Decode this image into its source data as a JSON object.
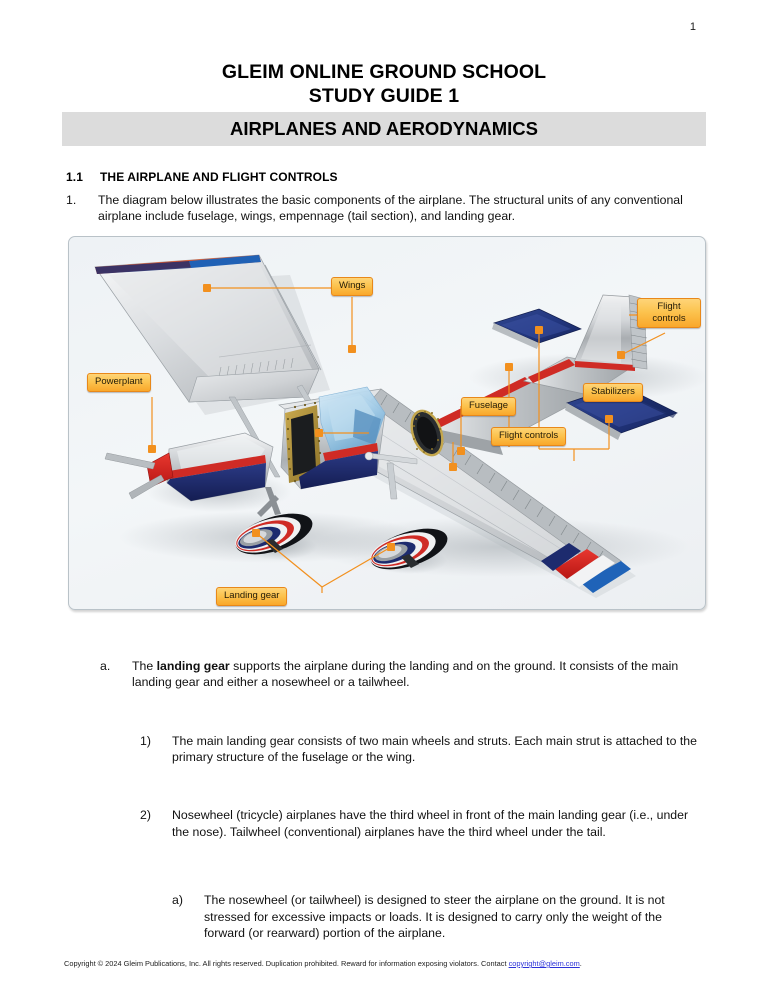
{
  "page": {
    "number": "1"
  },
  "header": {
    "line1": "GLEIM ONLINE GROUND SCHOOL",
    "line2": "STUDY GUIDE 1",
    "band": "AIRPLANES AND AERODYNAMICS"
  },
  "section": {
    "number": "1.1",
    "title": "THE AIRPLANE AND FLIGHT CONTROLS"
  },
  "content": {
    "item1": {
      "marker": "1.",
      "text": "The diagram below illustrates the basic components of the airplane. The structural units of any conventional airplane include fuselage, wings, empennage (tail section), and landing gear."
    },
    "item_a": {
      "marker": "a.",
      "text_before": "The ",
      "bold": "landing gear",
      "text_after": " supports the airplane during the landing and on the ground. It consists of the main landing gear and either a nosewheel or a tailwheel."
    },
    "item_1": {
      "marker": "1)",
      "text": "The main landing gear consists of two main wheels and struts. Each main strut is attached to the primary structure of the fuselage or the wing."
    },
    "item_2": {
      "marker": "2)",
      "text": "Nosewheel (tricycle) airplanes have the third wheel in front of the main landing gear (i.e., under the nose). Tailwheel (conventional) airplanes have the third wheel under the tail."
    },
    "item_a2": {
      "marker": "a)",
      "text": "The nosewheel (or tailwheel) is designed to steer the airplane on the ground. It is not stressed for excessive impacts or loads. It is designed to carry only the weight of the forward (or rearward) portion of the airplane."
    }
  },
  "figure": {
    "alt": "Exploded technical illustration of a light single-engine airplane",
    "callouts": [
      {
        "id": "wings",
        "label": "Wings"
      },
      {
        "id": "powerplant",
        "label": "Powerplant"
      },
      {
        "id": "flight-controls-tail",
        "label": "Flight\ncontrols"
      },
      {
        "id": "stabilizers",
        "label": "Stabilizers"
      },
      {
        "id": "fuselage",
        "label": "Fuselage"
      },
      {
        "id": "flight-controls-wing",
        "label": "Flight controls"
      },
      {
        "id": "landing-gear",
        "label": "Landing gear"
      }
    ],
    "colors": {
      "callout_fill_top": "#FED478",
      "callout_fill_bottom": "#F9A72B",
      "callout_border": "#E8881A",
      "leader_line": "#F2901E",
      "panel_bg": "#EFF3F6",
      "panel_border": "#B9C2C8",
      "airframe_silver": "#C8CBCE",
      "trim_red": "#D42421",
      "trim_blue": "#1E2D77",
      "control_surface_blue": "#22367F",
      "window_blue": "#9FCBE8"
    }
  },
  "footer": {
    "text": "Copyright © 2024 Gleim Publications, Inc. All rights reserved. Duplication prohibited. Reward for information exposing violators. Contact ",
    "link": "copyright@gleim.com",
    "period": "."
  }
}
